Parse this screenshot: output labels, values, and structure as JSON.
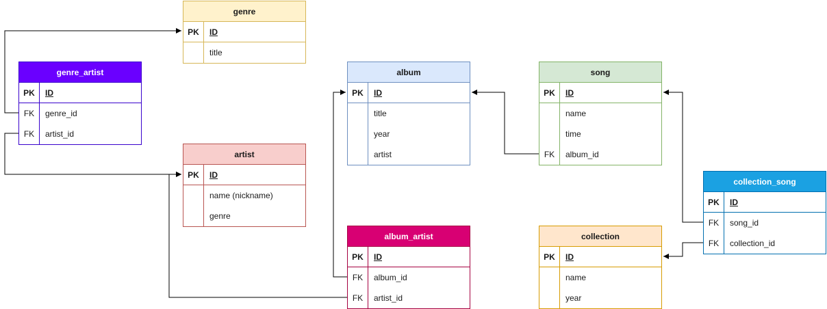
{
  "entities": {
    "genre": {
      "name": "genre",
      "rows": [
        {
          "key": "PK",
          "field": "ID"
        },
        {
          "key": "",
          "field": "title"
        }
      ]
    },
    "genre_artist": {
      "name": "genre_artist",
      "rows": [
        {
          "key": "PK",
          "field": "ID"
        },
        {
          "key": "FK",
          "field": "genre_id"
        },
        {
          "key": "FK",
          "field": "artist_id"
        }
      ]
    },
    "artist": {
      "name": "artist",
      "rows": [
        {
          "key": "PK",
          "field": "ID"
        },
        {
          "key": "",
          "field": "name (nickname)"
        },
        {
          "key": "",
          "field": "genre"
        }
      ]
    },
    "album": {
      "name": "album",
      "rows": [
        {
          "key": "PK",
          "field": "ID"
        },
        {
          "key": "",
          "field": "title"
        },
        {
          "key": "",
          "field": "year"
        },
        {
          "key": "",
          "field": "artist"
        }
      ]
    },
    "album_artist": {
      "name": "album_artist",
      "rows": [
        {
          "key": "PK",
          "field": "ID"
        },
        {
          "key": "FK",
          "field": "album_id"
        },
        {
          "key": "FK",
          "field": "artist_id"
        }
      ]
    },
    "song": {
      "name": "song",
      "rows": [
        {
          "key": "PK",
          "field": "ID"
        },
        {
          "key": "",
          "field": "name"
        },
        {
          "key": "",
          "field": "time"
        },
        {
          "key": "FK",
          "field": "album_id"
        }
      ]
    },
    "collection": {
      "name": "collection",
      "rows": [
        {
          "key": "PK",
          "field": "ID"
        },
        {
          "key": "",
          "field": "name"
        },
        {
          "key": "",
          "field": "year"
        }
      ]
    },
    "collection_song": {
      "name": "collection_song",
      "rows": [
        {
          "key": "PK",
          "field": "ID"
        },
        {
          "key": "FK",
          "field": "song_id"
        },
        {
          "key": "FK",
          "field": "collection_id"
        }
      ]
    }
  },
  "relationships": [
    {
      "from": "genre_artist.genre_id",
      "to": "genre.ID"
    },
    {
      "from": "genre_artist.artist_id",
      "to": "artist.ID"
    },
    {
      "from": "album_artist.album_id",
      "to": "album.ID"
    },
    {
      "from": "album_artist.artist_id",
      "to": "artist.ID"
    },
    {
      "from": "song.album_id",
      "to": "album.ID"
    },
    {
      "from": "collection_song.song_id",
      "to": "song.ID"
    },
    {
      "from": "collection_song.collection_id",
      "to": "collection.ID"
    }
  ],
  "colors": {
    "line": "#000000",
    "genre": {
      "fill": "#fff2cc",
      "stroke": "#d6b656"
    },
    "genre_artist": {
      "fill": "#6a00ff",
      "stroke": "#3700cc"
    },
    "artist": {
      "fill": "#f8cecc",
      "stroke": "#b85450"
    },
    "album": {
      "fill": "#dae8fc",
      "stroke": "#6c8ebf"
    },
    "album_artist": {
      "fill": "#d80073",
      "stroke": "#a50040"
    },
    "song": {
      "fill": "#d5e8d4",
      "stroke": "#82b366"
    },
    "collection": {
      "fill": "#ffe6cc",
      "stroke": "#d79b00"
    },
    "collection_song": {
      "fill": "#1ba1e2",
      "stroke": "#006eaf"
    }
  }
}
